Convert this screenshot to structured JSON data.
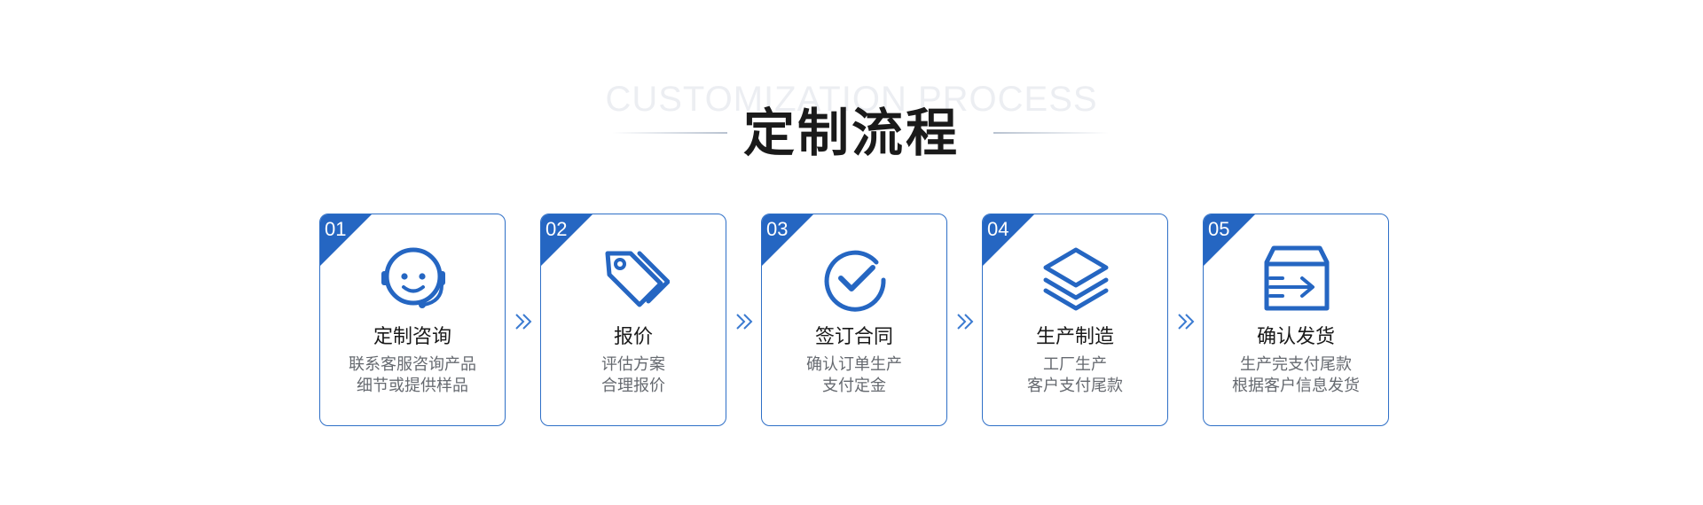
{
  "header": {
    "subtitle_en": "CUSTOMIZATION PROCESS",
    "title": "定制流程"
  },
  "colors": {
    "accent": "#2566c2",
    "border": "#2e6fc7",
    "title": "#1a1a1a",
    "desc": "#666a70"
  },
  "steps": [
    {
      "num": "01",
      "icon": "customer-service-icon",
      "title": "定制咨询",
      "desc": [
        "联系客服咨询产品",
        "细节或提供样品"
      ]
    },
    {
      "num": "02",
      "icon": "price-tag-icon",
      "title": "报价",
      "desc": [
        "评估方案",
        "合理报价"
      ]
    },
    {
      "num": "03",
      "icon": "check-circle-icon",
      "title": "签订合同",
      "desc": [
        "确认订单生产",
        "支付定金"
      ]
    },
    {
      "num": "04",
      "icon": "layers-icon",
      "title": "生产制造",
      "desc": [
        "工厂生产",
        "客户支付尾款"
      ]
    },
    {
      "num": "05",
      "icon": "delivery-box-icon",
      "title": "确认发货",
      "desc": [
        "生产完支付尾款",
        "根据客户信息发货"
      ]
    }
  ]
}
